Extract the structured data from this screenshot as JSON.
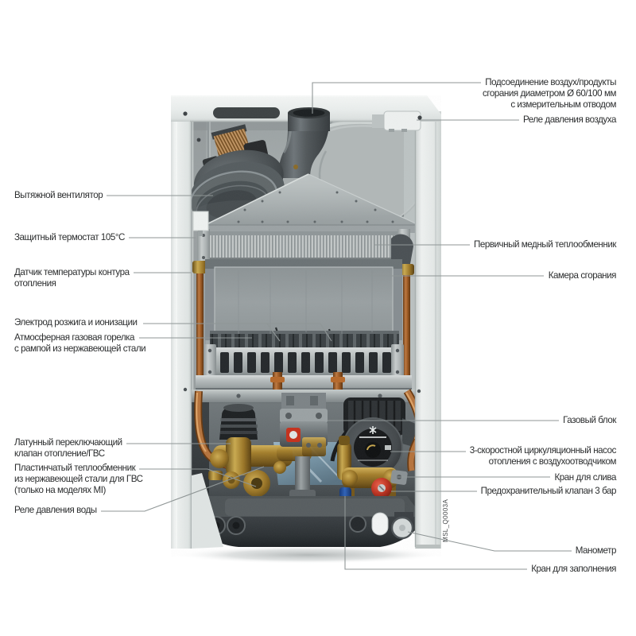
{
  "figure": {
    "description": "Cutaway photo diagram of a wall-hung gas boiler with internal components labelled",
    "figure_code": "MSL_Q0003A"
  },
  "colors": {
    "background": "#ffffff",
    "leader_line": "#8f9696",
    "label_text": "#2b2d2e",
    "copper_pipe": "#b5692f",
    "brass": "#b08a33",
    "safety_valve_red": "#c03422",
    "filling_valve_blue": "#1d4f9e"
  },
  "labels": {
    "left": [
      {
        "id": "exhaust-fan",
        "lines": [
          "Вытяжной вентилятор"
        ]
      },
      {
        "id": "safety-thermostat",
        "lines": [
          "Защитный термостат 105°C"
        ]
      },
      {
        "id": "heating-temp-sensor",
        "lines": [
          "Датчик температуры контура",
          "отопления"
        ]
      },
      {
        "id": "ignition-electrode",
        "lines": [
          "Электрод розжига и ионизации"
        ]
      },
      {
        "id": "atmospheric-burner",
        "lines": [
          "Атмосферная газовая горелка",
          "с рампой из нержавеющей стали"
        ]
      },
      {
        "id": "brass-diverter-valve",
        "lines": [
          "Латунный переключающий",
          "клапан отопление/ГВС"
        ]
      },
      {
        "id": "plate-heat-exchanger",
        "lines": [
          "Пластинчатый теплообменник",
          "из нержавеющей стали для ГВС",
          "(только на моделях MI)"
        ]
      },
      {
        "id": "water-pressure-switch",
        "lines": [
          "Реле давления воды"
        ]
      }
    ],
    "right": [
      {
        "id": "flue-connection",
        "lines": [
          "Подсоединение воздух/продукты",
          "сгорания диаметром Ø 60/100 мм",
          "с измерительным отводом"
        ]
      },
      {
        "id": "air-pressure-switch",
        "lines": [
          "Реле давления воздуха"
        ]
      },
      {
        "id": "primary-heat-exchanger",
        "lines": [
          "Первичный медный теплообменник"
        ]
      },
      {
        "id": "combustion-chamber",
        "lines": [
          "Камера сгорания"
        ]
      },
      {
        "id": "gas-valve",
        "lines": [
          "Газовый блок"
        ]
      },
      {
        "id": "circulation-pump",
        "lines": [
          "3-скоростной циркуляционный насос",
          "отопления с воздухоотводчиком"
        ]
      },
      {
        "id": "drain-cock",
        "lines": [
          "Кран для слива"
        ]
      },
      {
        "id": "safety-valve",
        "lines": [
          "Предохранительный клапан 3 бар"
        ]
      },
      {
        "id": "manometer",
        "lines": [
          "Манометр"
        ]
      },
      {
        "id": "filling-cock",
        "lines": [
          "Кран для заполнения"
        ]
      }
    ]
  }
}
